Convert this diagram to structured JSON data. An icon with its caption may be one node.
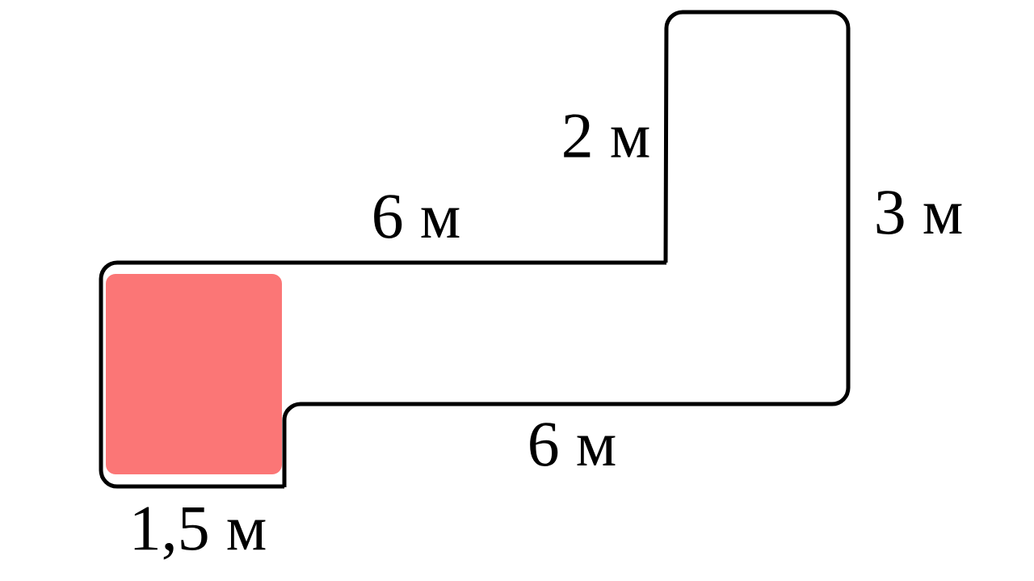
{
  "diagram": {
    "labels": [
      "2 м",
      "6 м",
      "3 м",
      "6 м",
      "1,5 м"
    ]
  }
}
